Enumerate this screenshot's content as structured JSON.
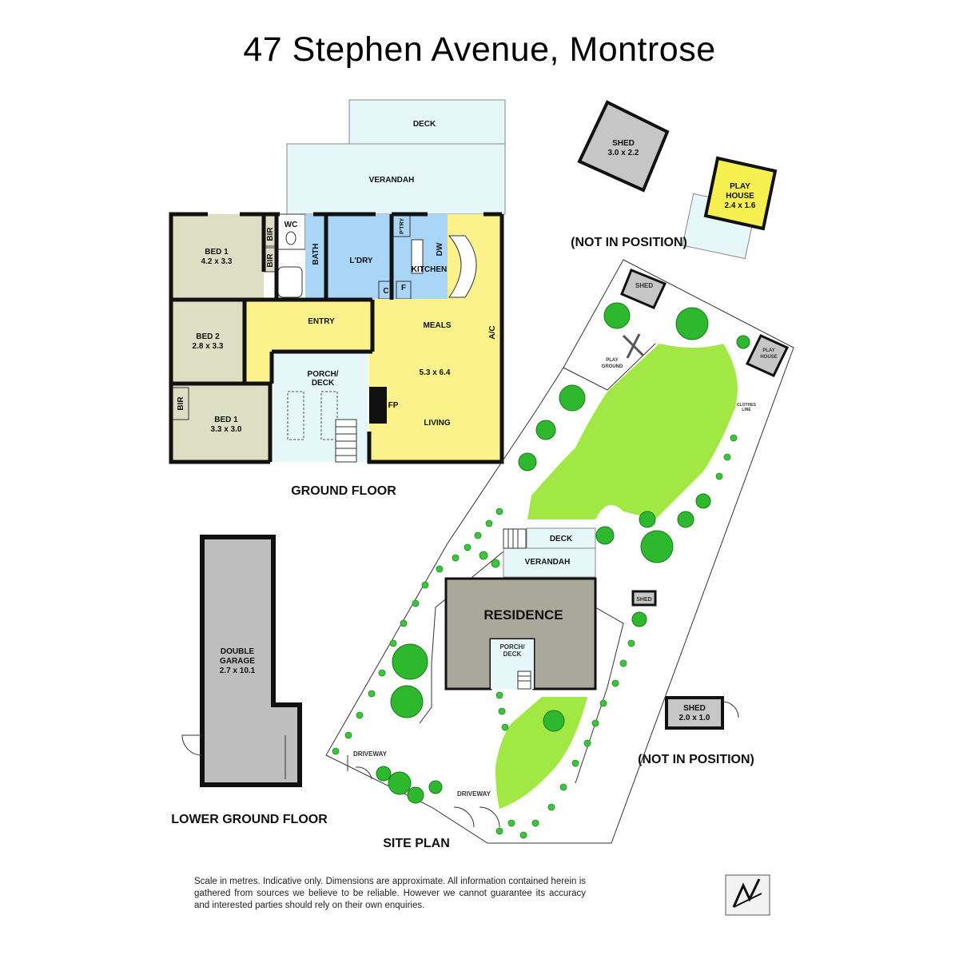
{
  "title": "47 Stephen Avenue, Montrose",
  "ground_floor": {
    "heading": "GROUND FLOOR",
    "deck": "DECK",
    "verandah": "VERANDAH",
    "bed1": {
      "name": "BED 1",
      "size": "4.2 x 3.3"
    },
    "bed2": {
      "name": "BED 2",
      "size": "2.8 x 3.3"
    },
    "bed3": {
      "name": "BED 1",
      "size": "3.3 x 3.0"
    },
    "bir": "BIR",
    "wc": "WC",
    "bath": "BATH",
    "laundry": "L'DRY",
    "pantry": "P'TRY",
    "dw": "DW",
    "kitchen": "KITCHEN",
    "c": "C",
    "f": "F",
    "entry": "ENTRY",
    "meals": "MEALS",
    "living_size": "5.3 x 6.4",
    "living": "LIVING",
    "ac": "A/C",
    "fp": "FP",
    "porch_line1": "PORCH/",
    "porch_line2": "DECK"
  },
  "outbuildings": {
    "shed1": {
      "name": "SHED",
      "size": "3.0 x 2.2"
    },
    "playhouse": {
      "line1": "PLAY",
      "line2": "HOUSE",
      "size": "2.4 x 1.6"
    },
    "not_in_position_1": "(NOT IN POSITION)",
    "shed2": {
      "name": "SHED",
      "size": "2.0 x 1.0"
    },
    "not_in_position_2": "(NOT IN POSITION)"
  },
  "lower_ground": {
    "heading": "LOWER GROUND FLOOR",
    "garage_line1": "DOUBLE",
    "garage_line2": "GARAGE",
    "garage_size": "2.7 x 10.1"
  },
  "site_plan": {
    "heading": "SITE PLAN",
    "residence": "RESIDENCE",
    "deck": "DECK",
    "verandah": "VERANDAH",
    "porch_line1": "PORCH/",
    "porch_line2": "DECK",
    "shed_top": "SHED",
    "shed_side": "SHED",
    "play_ground_line1": "PLAY",
    "play_ground_line2": "GROUND",
    "play_house_line1": "PLAY",
    "play_house_line2": "HOUSE",
    "clothes_line_1": "CLOTHES",
    "clothes_line_2": "LINE",
    "driveway_1": "DRIVEWAY",
    "driveway_2": "DRIVEWAY"
  },
  "disclaimer": "Scale in metres. Indicative only. Dimensions are approximate.  All information contained herein is gathered from sources we believe to be reliable. However we cannot guarantee its accuracy and interested parties should rely on their own enquiries.",
  "colors": {
    "bedroom": "#dcdfc4",
    "wet_area": "#a9d6f7",
    "living": "#fbf28b",
    "outdoor": "#e5f7f9",
    "shed": "#c6c6c6",
    "playhouse": "#f5f04f",
    "lawn": "#a2e844",
    "residence": "#a9a89a",
    "garage": "#bebebe"
  }
}
